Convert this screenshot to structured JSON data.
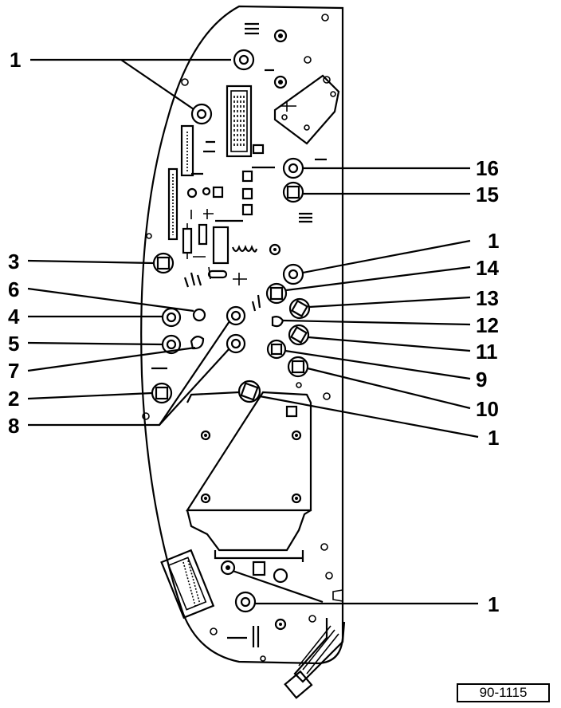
{
  "diagram": {
    "reference_number": "90-1115",
    "callouts": {
      "c1a": "1",
      "c16": "16",
      "c15": "15",
      "c1b": "1",
      "c3": "3",
      "c14": "14",
      "c6": "6",
      "c13": "13",
      "c4": "4",
      "c12": "12",
      "c5": "5",
      "c11": "11",
      "c7": "7",
      "c9": "9",
      "c2": "2",
      "c10": "10",
      "c8": "8",
      "c1c": "1",
      "c1d": "1"
    }
  }
}
